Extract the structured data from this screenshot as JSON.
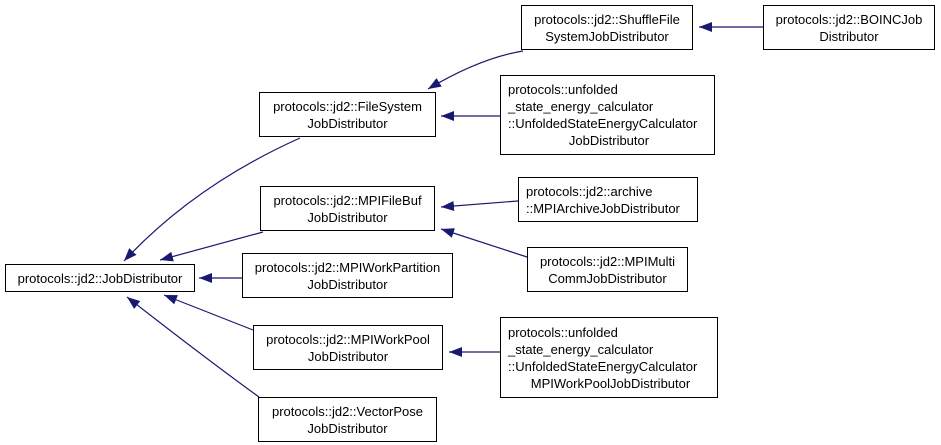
{
  "diagram": {
    "kind": "class-inheritance-graph",
    "colors": {
      "edge": "#191970",
      "node_border": "#000000",
      "node_background": "#ffffff",
      "text": "#000000",
      "background": "#ffffff"
    },
    "nodes": [
      {
        "id": "jobdistributor",
        "lines": [
          "protocols::jd2::JobDistributor"
        ]
      },
      {
        "id": "shufflefile",
        "lines": [
          "protocols::jd2::ShuffleFile",
          "SystemJobDistributor"
        ]
      },
      {
        "id": "boinc",
        "lines": [
          "protocols::jd2::BOINCJob",
          "Distributor"
        ]
      },
      {
        "id": "filesystem",
        "lines": [
          "protocols::jd2::FileSystem",
          "JobDistributor"
        ]
      },
      {
        "id": "unfolded_fs",
        "lines": [
          "protocols::unfolded",
          "_state_energy_calculator",
          "::UnfoldedStateEnergyCalculator",
          "JobDistributor"
        ]
      },
      {
        "id": "mpifilebuf",
        "lines": [
          "protocols::jd2::MPIFileBuf",
          "JobDistributor"
        ]
      },
      {
        "id": "archive",
        "lines": [
          "protocols::jd2::archive",
          "::MPIArchiveJobDistributor"
        ]
      },
      {
        "id": "mpimulti",
        "lines": [
          "protocols::jd2::MPIMulti",
          "CommJobDistributor"
        ]
      },
      {
        "id": "mpiworkpartition",
        "lines": [
          "protocols::jd2::MPIWorkPartition",
          "JobDistributor"
        ]
      },
      {
        "id": "mpiworkpool",
        "lines": [
          "protocols::jd2::MPIWorkPool",
          "JobDistributor"
        ]
      },
      {
        "id": "unfolded_wp",
        "lines": [
          "protocols::unfolded",
          "_state_energy_calculator",
          "::UnfoldedStateEnergyCalculator",
          "MPIWorkPoolJobDistributor"
        ]
      },
      {
        "id": "vectorpose",
        "lines": [
          "protocols::jd2::VectorPose",
          "JobDistributor"
        ]
      }
    ],
    "edges": [
      {
        "from": "protocols::jd2::BOINCJobDistributor",
        "to": "protocols::jd2::ShuffleFileSystemJobDistributor"
      },
      {
        "from": "protocols::jd2::ShuffleFileSystemJobDistributor",
        "to": "protocols::jd2::FileSystemJobDistributor"
      },
      {
        "from": "protocols::unfolded_state_energy_calculator::UnfoldedStateEnergyCalculatorJobDistributor",
        "to": "protocols::jd2::FileSystemJobDistributor"
      },
      {
        "from": "protocols::jd2::FileSystemJobDistributor",
        "to": "protocols::jd2::JobDistributor"
      },
      {
        "from": "protocols::jd2::archive::MPIArchiveJobDistributor",
        "to": "protocols::jd2::MPIFileBufJobDistributor"
      },
      {
        "from": "protocols::jd2::MPIMultiCommJobDistributor",
        "to": "protocols::jd2::MPIFileBufJobDistributor"
      },
      {
        "from": "protocols::jd2::MPIFileBufJobDistributor",
        "to": "protocols::jd2::JobDistributor"
      },
      {
        "from": "protocols::jd2::MPIWorkPartitionJobDistributor",
        "to": "protocols::jd2::JobDistributor"
      },
      {
        "from": "protocols::unfolded_state_energy_calculator::UnfoldedStateEnergyCalculatorMPIWorkPoolJobDistributor",
        "to": "protocols::jd2::MPIWorkPoolJobDistributor"
      },
      {
        "from": "protocols::jd2::MPIWorkPoolJobDistributor",
        "to": "protocols::jd2::JobDistributor"
      },
      {
        "from": "protocols::jd2::VectorPoseJobDistributor",
        "to": "protocols::jd2::JobDistributor"
      }
    ]
  }
}
